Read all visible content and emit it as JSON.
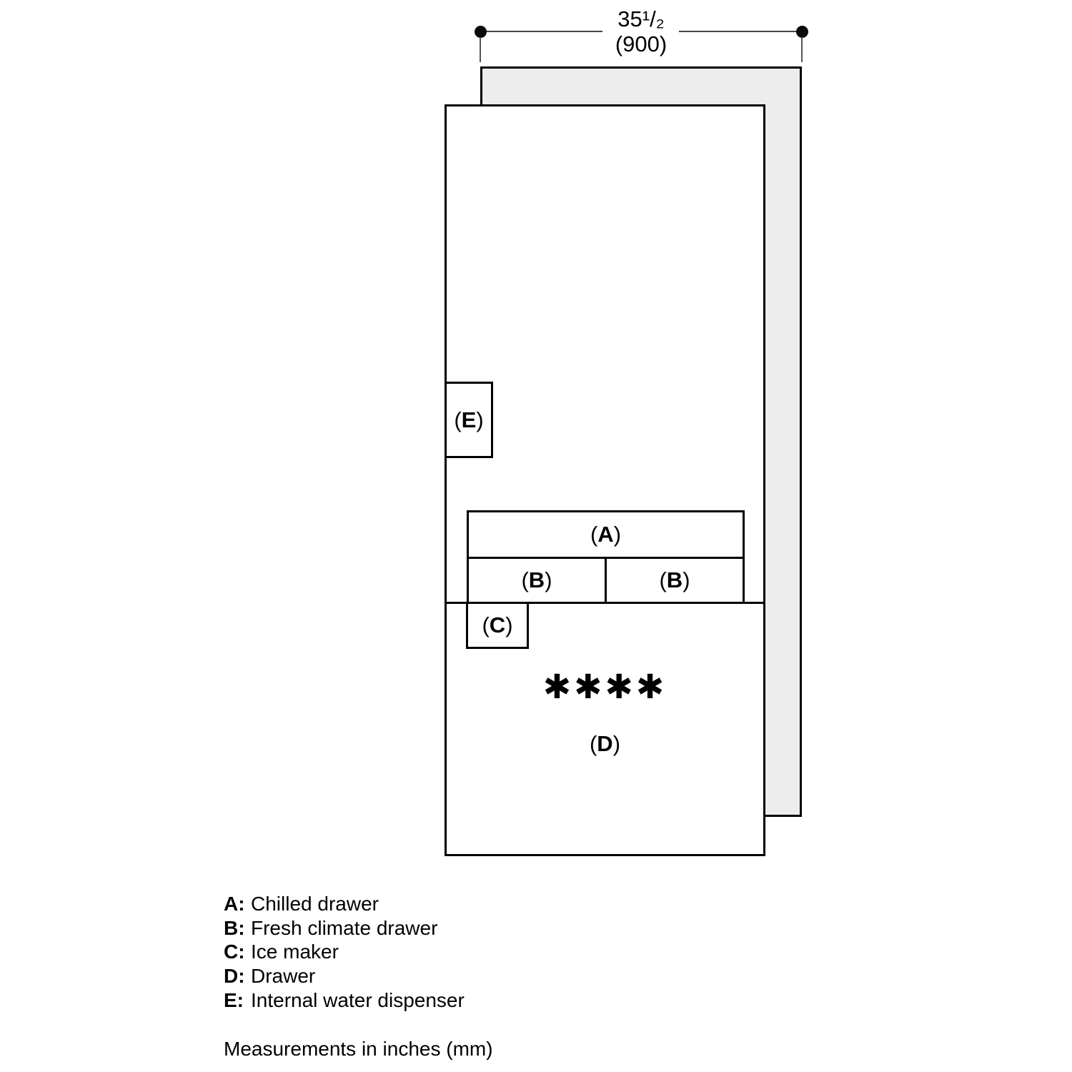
{
  "dimension": {
    "inches": "35¹/₂",
    "mm": "(900)"
  },
  "format": {
    "paren_open": "(",
    "paren_close": ")"
  },
  "compartments": {
    "a_letter": "A",
    "b_left_letter": "B",
    "b_right_letter": "B",
    "c_letter": "C",
    "d_letter": "D",
    "e_letter": "E"
  },
  "freezer_star_rating": "✱✱✱✱",
  "legend": {
    "items": [
      {
        "key": "A:",
        "desc": "Chilled drawer"
      },
      {
        "key": "B:",
        "desc": "Fresh climate drawer"
      },
      {
        "key": "C:",
        "desc": "Ice maker"
      },
      {
        "key": "D:",
        "desc": "Drawer"
      },
      {
        "key": "E:",
        "desc": "Internal water dispenser"
      }
    ]
  },
  "footer": "Measurements in inches (mm)",
  "colors": {
    "ink": "#000000",
    "panel_fill": "#ededed",
    "dim_line": "#444444"
  }
}
